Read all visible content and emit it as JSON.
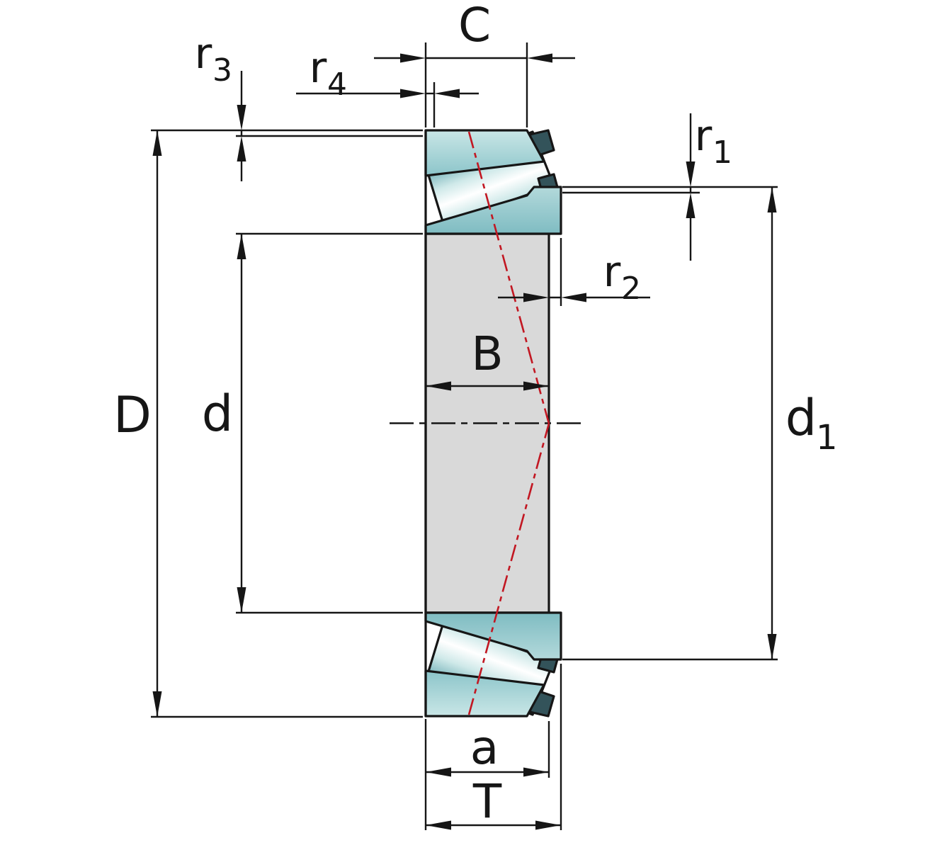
{
  "figure": {
    "kind": "technical-drawing",
    "subject": "tapered-roller-bearing-cross-section-with-dimensions"
  },
  "colors": {
    "background": "#ffffff",
    "line_black": "#161616",
    "section_gray": "#d9d9d9",
    "ring_teal_light": "#c9e6e6",
    "ring_teal_dark": "#8cc5ca",
    "roller_highlight": "#ffffff",
    "roller_edge_teal": "#74b4ba",
    "cage_dark": "#33535a",
    "contact_line_red": "#c21722"
  },
  "labels": {
    "outer_diameter": {
      "base": "D"
    },
    "bore_diameter": {
      "base": "d"
    },
    "rib_diameter": {
      "base": "d",
      "sub": "1"
    },
    "inner_ring_width": {
      "base": "B"
    },
    "outer_ring_width": {
      "base": "C"
    },
    "total_width": {
      "base": "T"
    },
    "load_center_distance": {
      "base": "a"
    },
    "chamfer_r1": {
      "base": "r",
      "sub": "1"
    },
    "chamfer_r2": {
      "base": "r",
      "sub": "2"
    },
    "chamfer_r3": {
      "base": "r",
      "sub": "3"
    },
    "chamfer_r4": {
      "base": "r",
      "sub": "4"
    }
  }
}
